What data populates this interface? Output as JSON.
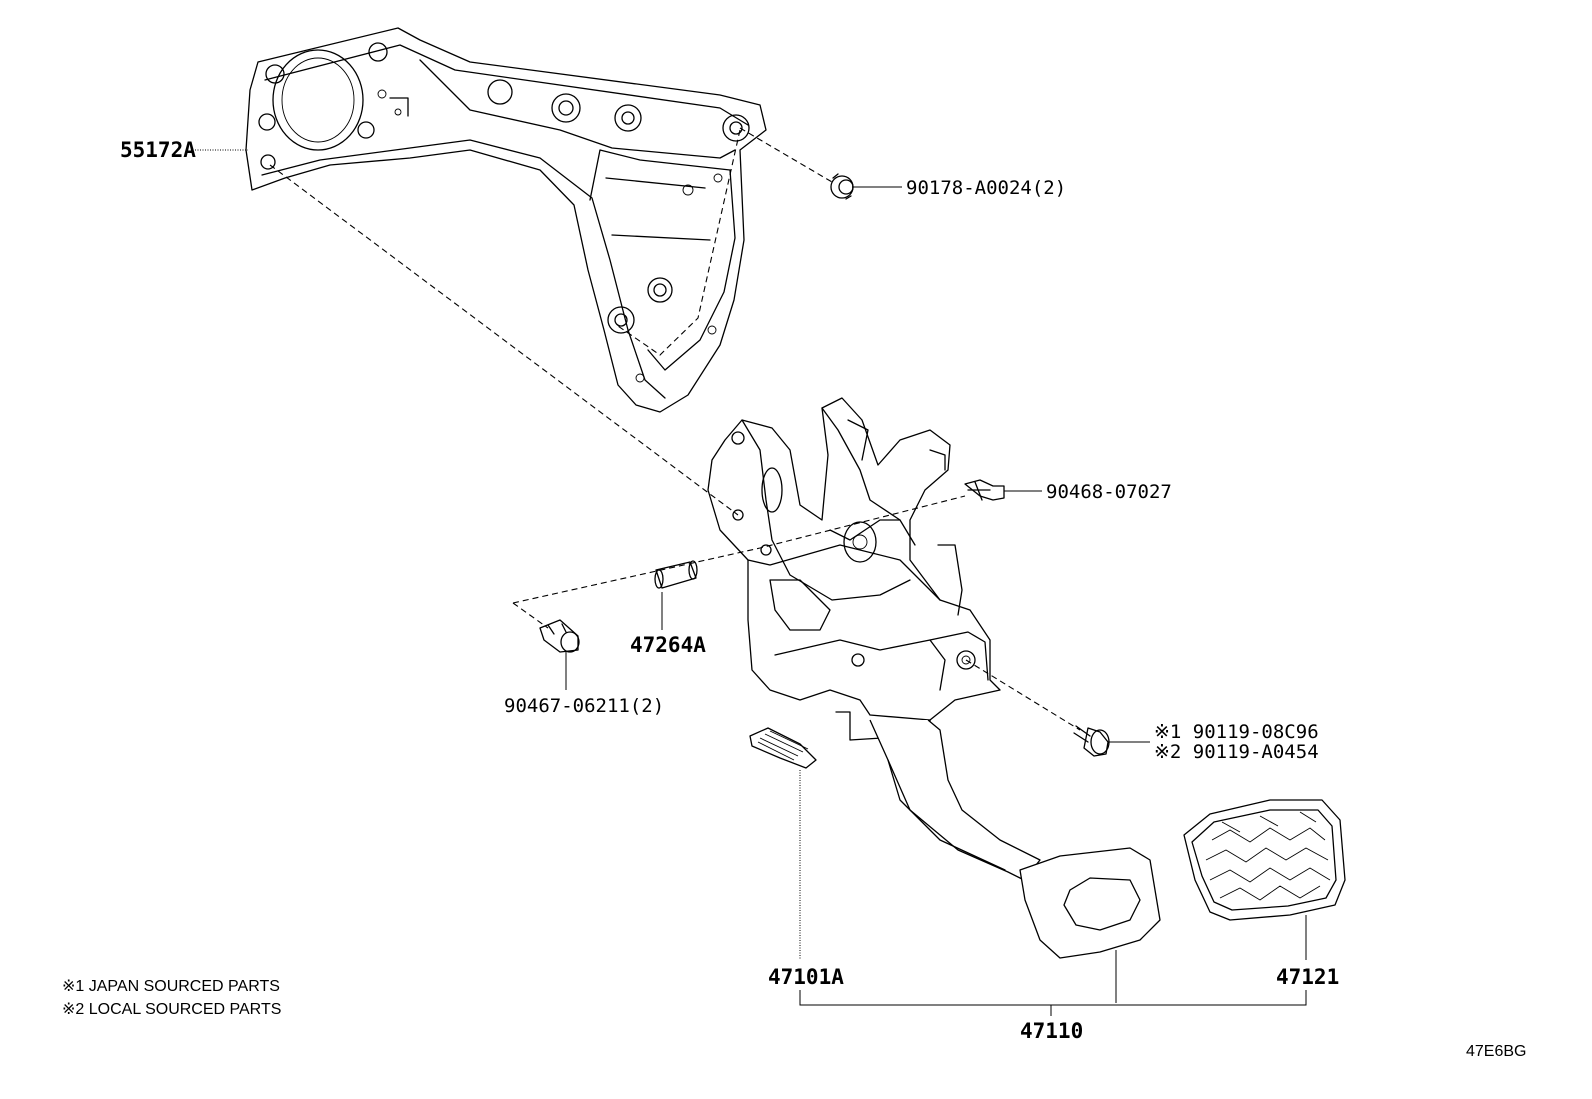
{
  "parts": {
    "p55172a": "55172A",
    "p90178": "90178-A0024(2)",
    "p90468": "90468-07027",
    "p47264a": "47264A",
    "p90467": "90467-06211(2)",
    "p90119_1": "※1 90119-08C96",
    "p90119_2": "※2 90119-A0454",
    "p47101a": "47101A",
    "p47121": "47121",
    "p47110": "47110"
  },
  "notes": {
    "japan": "※1 JAPAN SOURCED PARTS",
    "local": "※2 LOCAL SOURCED PARTS"
  },
  "diagram_code": "47E6BG"
}
